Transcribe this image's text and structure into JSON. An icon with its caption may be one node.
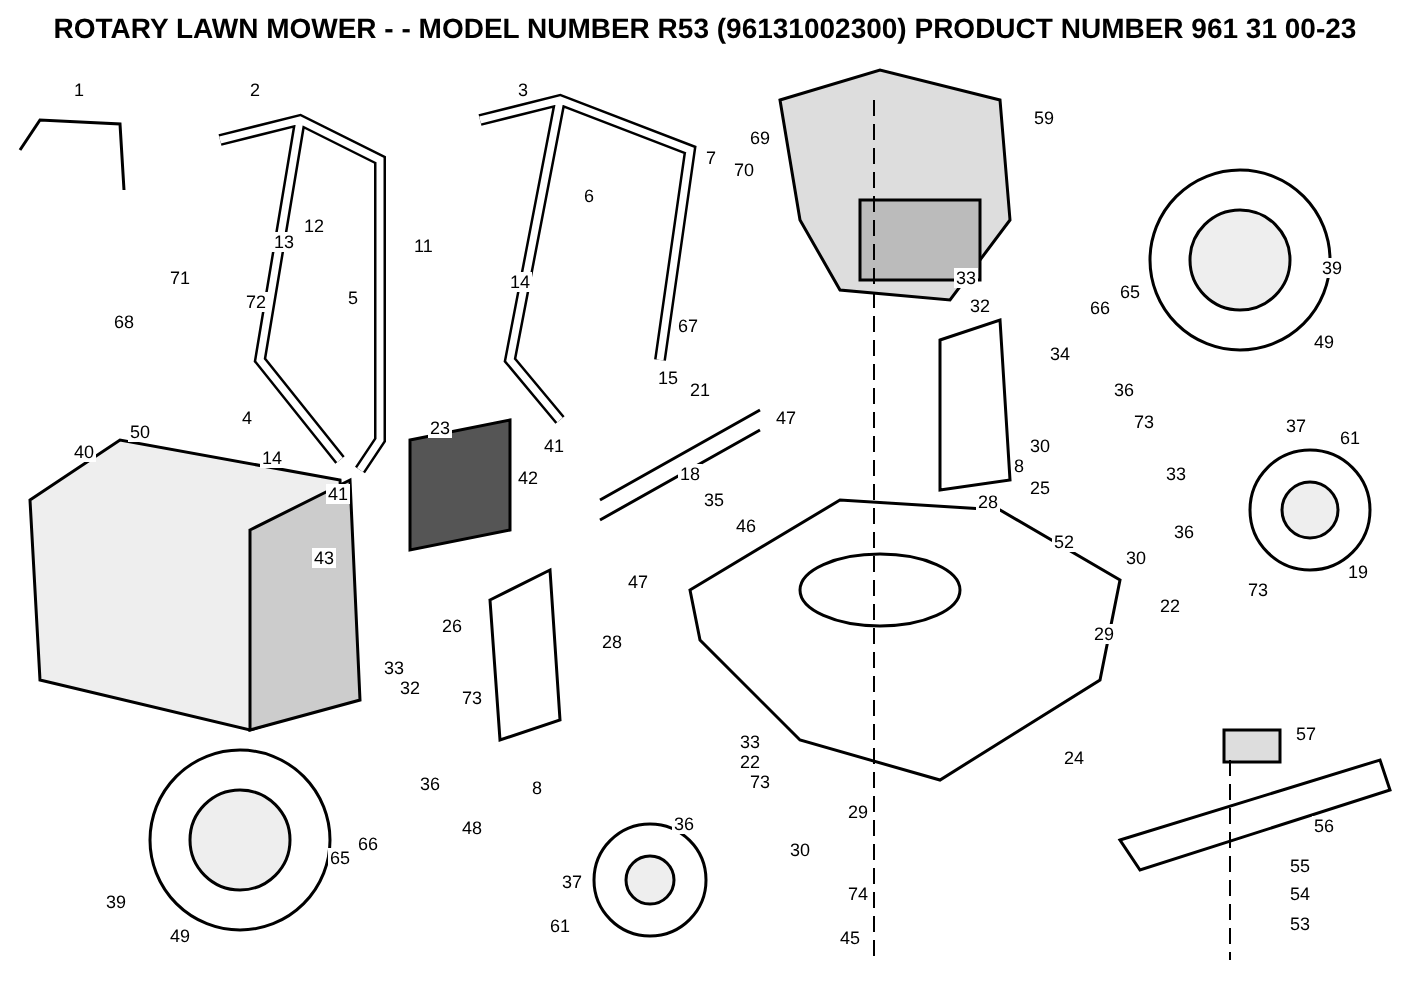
{
  "diagram": {
    "title": "ROTARY LAWN MOWER - - MODEL NUMBER  R53  (96131002300) PRODUCT NUMBER 961 31 00-23",
    "labels": [
      "1",
      "2",
      "3",
      "59",
      "69",
      "7",
      "70",
      "6",
      "12",
      "13",
      "11",
      "71",
      "72",
      "68",
      "5",
      "14",
      "67",
      "33",
      "32",
      "66",
      "65",
      "39",
      "49",
      "34",
      "15",
      "21",
      "36",
      "4",
      "47",
      "73",
      "30",
      "8",
      "50",
      "40",
      "14",
      "23",
      "41",
      "42",
      "18",
      "35",
      "46",
      "25",
      "28",
      "37",
      "61",
      "52",
      "33",
      "41",
      "43",
      "47",
      "30",
      "36",
      "19",
      "73",
      "22",
      "29",
      "26",
      "28",
      "33",
      "32",
      "73",
      "8",
      "33",
      "22",
      "73",
      "24",
      "57",
      "36",
      "48",
      "65",
      "66",
      "29",
      "36",
      "30",
      "56",
      "39",
      "49",
      "37",
      "61",
      "74",
      "45",
      "55",
      "54",
      "53"
    ]
  }
}
